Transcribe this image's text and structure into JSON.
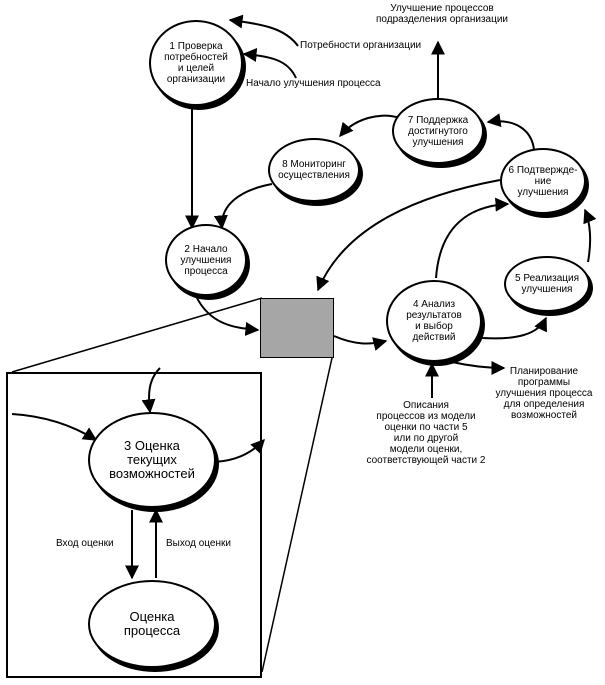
{
  "nodes": {
    "n1": "1 Проверка\nпотребностей\nи целей\nорганизации",
    "n2": "2 Начало\nулучшения\nпроцесса",
    "n3": "3 Оценка\nтекущих\nвозможностей",
    "n4": "4 Анализ\nрезультатов\nи выбор\nдействий",
    "n5": "5 Реализация\nулучшения",
    "n6": "6 Подтвержде-\nние\nулучшения",
    "n7": "7 Поддержка\nдостигнутого\nулучшения",
    "n8": "8 Мониторинг\nосуществления",
    "assessment": "Оценка\nпроцесса"
  },
  "labels": {
    "unit_improvement": "Улучшение процессов\nподразделения организации",
    "org_needs": "Потребности организации",
    "process_start": "Начало улучшения процесса",
    "descriptions": "Описания\nпроцессов из модели\nоценки по части 5\nили по другой\nмодели оценки,\nсоответствующей части 2",
    "planning": "Планирование\nпрограммы\nулучшения процесса\nдля определения\nвозможностей",
    "assessment_input": "Вход оценки",
    "assessment_output": "Выход оценки"
  }
}
